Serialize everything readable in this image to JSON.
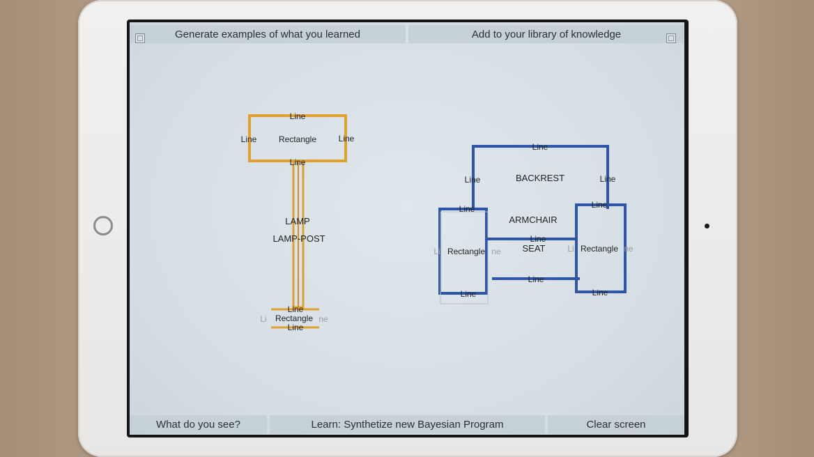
{
  "top_buttons": {
    "generate": "Generate examples of what you learned",
    "add_library": "Add to your library of knowledge"
  },
  "bottom_buttons": {
    "what_see": "What do you see?",
    "learn": "Learn: Synthetize new Bayesian Program",
    "clear": "Clear screen"
  },
  "colors": {
    "lamp": "#e0a030",
    "armchair": "#2f55a8"
  },
  "lamp": {
    "head_top_line": "Line",
    "head_left_line": "Line",
    "head_right_line": "Line",
    "head_bottom_line": "Line",
    "head_rect": "Rectangle",
    "object_label": "LAMP",
    "part_label": "LAMP-POST",
    "base_top_line": "Line",
    "base_rect": "Rectangle",
    "base_ghost_left": "Li",
    "base_ghost_right": "ne",
    "base_bottom_line": "Line"
  },
  "armchair": {
    "backrest_top_line": "Line",
    "backrest_left_line": "Line",
    "backrest_right_line": "Line",
    "backrest_label": "BACKREST",
    "left_arm_top_line": "Line",
    "right_arm_top_line": "Line",
    "object_label": "ARMCHAIR",
    "seat_top_line": "Line",
    "seat_label": "SEAT",
    "left_arm_rect": "Rectangle",
    "left_ghost_left": "Li",
    "left_ghost_right": "ne",
    "right_arm_rect": "Rectangle",
    "right_ghost_left": "Li",
    "right_ghost_right": "ne",
    "seat_bottom_line": "Line",
    "left_arm_bottom_line": "Line",
    "right_arm_bottom_line": "Line"
  }
}
